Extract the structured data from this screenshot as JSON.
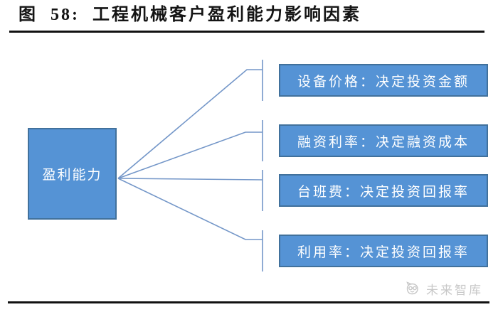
{
  "figure": {
    "title": "图  58:  工程机械客户盈利能力影响因素"
  },
  "diagram": {
    "source_node": {
      "label": "盈利能力"
    },
    "factor_nodes": [
      {
        "label": "设备价格：决定投资金额"
      },
      {
        "label": "融资利率：决定融资成本"
      },
      {
        "label": "台班费：决定投资回报率"
      },
      {
        "label": "利用率：决定投资回报率"
      }
    ],
    "colors": {
      "node_fill": "#5593D5",
      "node_border": "#41719C",
      "connector": "#7396C8",
      "rule": "#111111",
      "brand_gray": "#C8C8C8"
    }
  },
  "footer": {
    "brand": "未来智库",
    "brand_icon": "cat-logo-icon"
  }
}
